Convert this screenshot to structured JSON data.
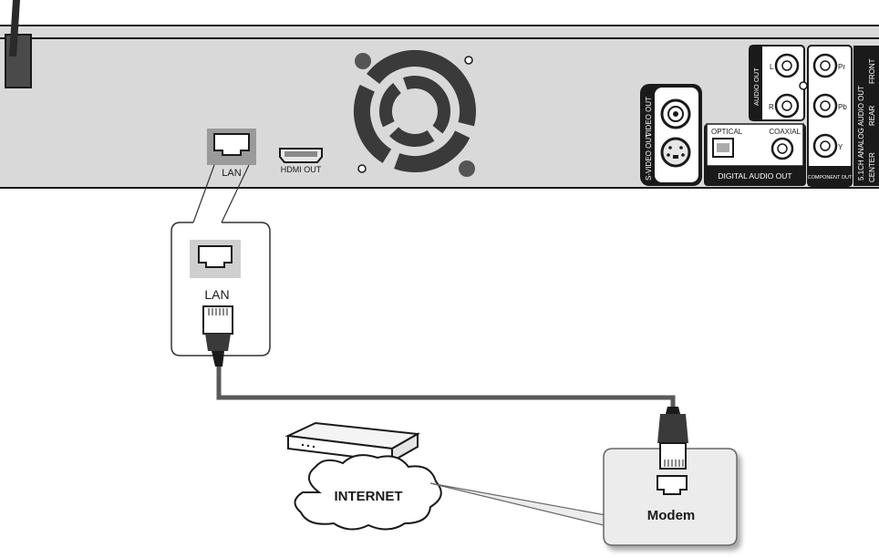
{
  "rear_panel": {
    "lan_label": "LAN",
    "hdmi_label": "HDMI OUT",
    "video_out_label": "VIDEO OUT",
    "svideo_out_label": "S-VIDEO OUT",
    "optical_label": "OPTICAL",
    "coaxial_label": "COAXIAL",
    "digital_audio_out_label": "DIGITAL AUDIO OUT",
    "audio_out_label": "AUDIO OUT",
    "audio_l_label": "L",
    "audio_r_label": "R",
    "component_pr_label": "Pr",
    "component_pb_label": "Pb",
    "component_y_label": "Y",
    "component_out_label": "COMPONENT OUT",
    "analog_51_label": "5.1CH ANALOG AUDIO OUT",
    "front_label": "FRONT",
    "rear_label": "REAR",
    "center_label": "CENTER"
  },
  "callout": {
    "lan_label": "LAN"
  },
  "internet_label": "INTERNET",
  "modem_label": "Modem",
  "colors": {
    "panel": "#d9d9d9",
    "outline": "#1a1a1a",
    "fan": "#3a3a3a",
    "cable": "#595959",
    "port_highlight": "#cfcfcf"
  }
}
